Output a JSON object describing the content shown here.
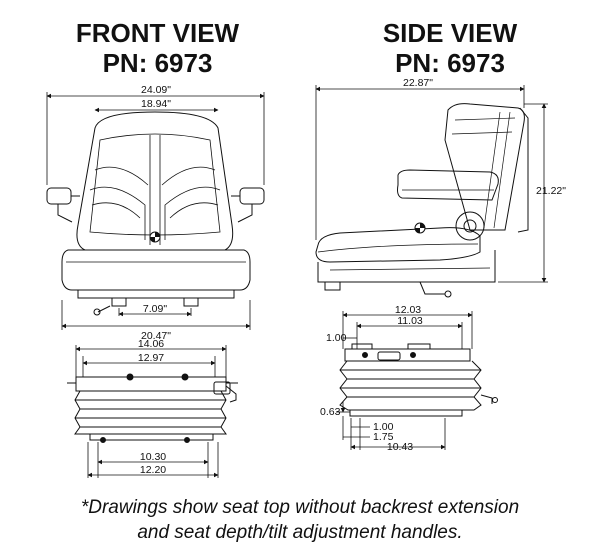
{
  "front_view": {
    "title_line1": "FRONT VIEW",
    "title_line2": "PN: 6973",
    "dims": {
      "overall_width": "24.09\"",
      "back_width": "18.94\"",
      "mount_spacing": "7.09\"",
      "base_width": "20.47\"",
      "top_outer": "14.06",
      "top_inner": "12.97",
      "bottom_inner": "10.30",
      "bottom_outer": "12.20"
    }
  },
  "side_view": {
    "title_line1": "SIDE VIEW",
    "title_line2": "PN: 6973",
    "dims": {
      "depth": "22.87\"",
      "height": "21.22\"",
      "top_outer": "12.03",
      "top_inner": "11.03",
      "left_offset": "1.00",
      "vertical_offset": "0.63",
      "small_1": "1.00",
      "small_2": "1.75",
      "bottom_span": "10.43"
    }
  },
  "footnote": {
    "line1": "*Drawings show seat top without backrest extension",
    "line2": "and seat depth/tilt adjustment handles."
  }
}
